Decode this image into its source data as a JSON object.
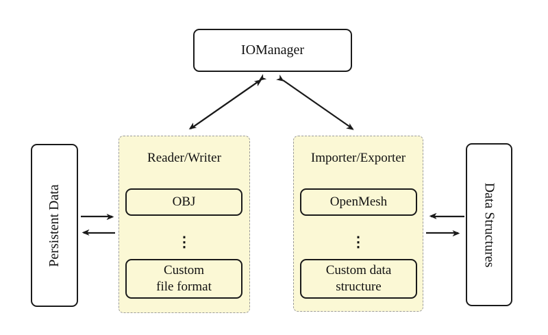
{
  "colors": {
    "background": "#FFFFFF",
    "panel_fill": "#FBF8D5",
    "panel_border": "#9A9A9A",
    "node_border": "#1A1A1A",
    "arrow": "#1A1A1A"
  },
  "nodes": {
    "io_manager": "IOManager",
    "persistent_data": "Persistent Data",
    "data_structures": "Data Structures"
  },
  "reader_writer_panel": {
    "title": "Reader/Writer",
    "item_top": "OBJ",
    "ellipsis": "⋮",
    "item_bottom_line1": "Custom",
    "item_bottom_line2": "file format"
  },
  "importer_exporter_panel": {
    "title": "Importer/Exporter",
    "item_top": "OpenMesh",
    "ellipsis": "⋮",
    "item_bottom_line1": "Custom data",
    "item_bottom_line2": "structure"
  }
}
